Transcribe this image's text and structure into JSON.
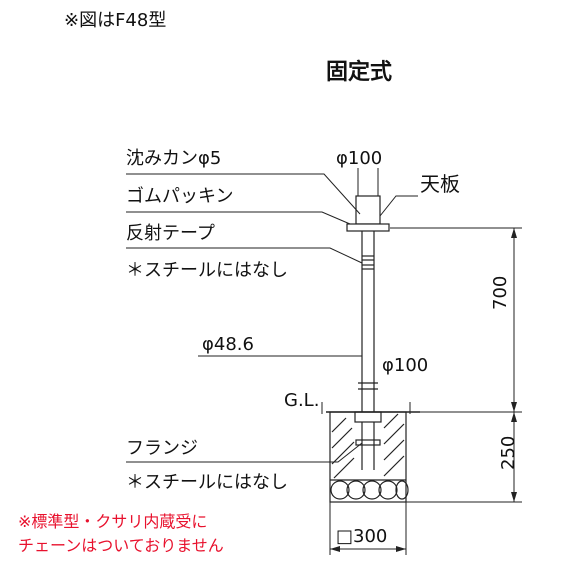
{
  "header": {
    "note": "※図はF48型",
    "title": "固定式"
  },
  "labels": {
    "sink_cap": "沈みカンφ5",
    "rubber_packing": "ゴムパッキン",
    "reflective_tape": "反射テープ",
    "steel_note_top": "＊スチールにはなし",
    "top_plate": "天板",
    "dia_top": "φ100",
    "dia_pipe": "φ48.6",
    "dia_mid": "φ100",
    "ground_line": "G.L.",
    "flange": "フランジ",
    "steel_note_bottom": "＊スチールにはなし"
  },
  "dimensions": {
    "height_above": "700",
    "depth_below": "250",
    "foundation": "□300"
  },
  "footnote": {
    "line1": "※標準型・クサリ内蔵受に",
    "line2": "チェーンはついておりません"
  },
  "colors": {
    "line": "#222222",
    "footnote": "#e8112d"
  }
}
